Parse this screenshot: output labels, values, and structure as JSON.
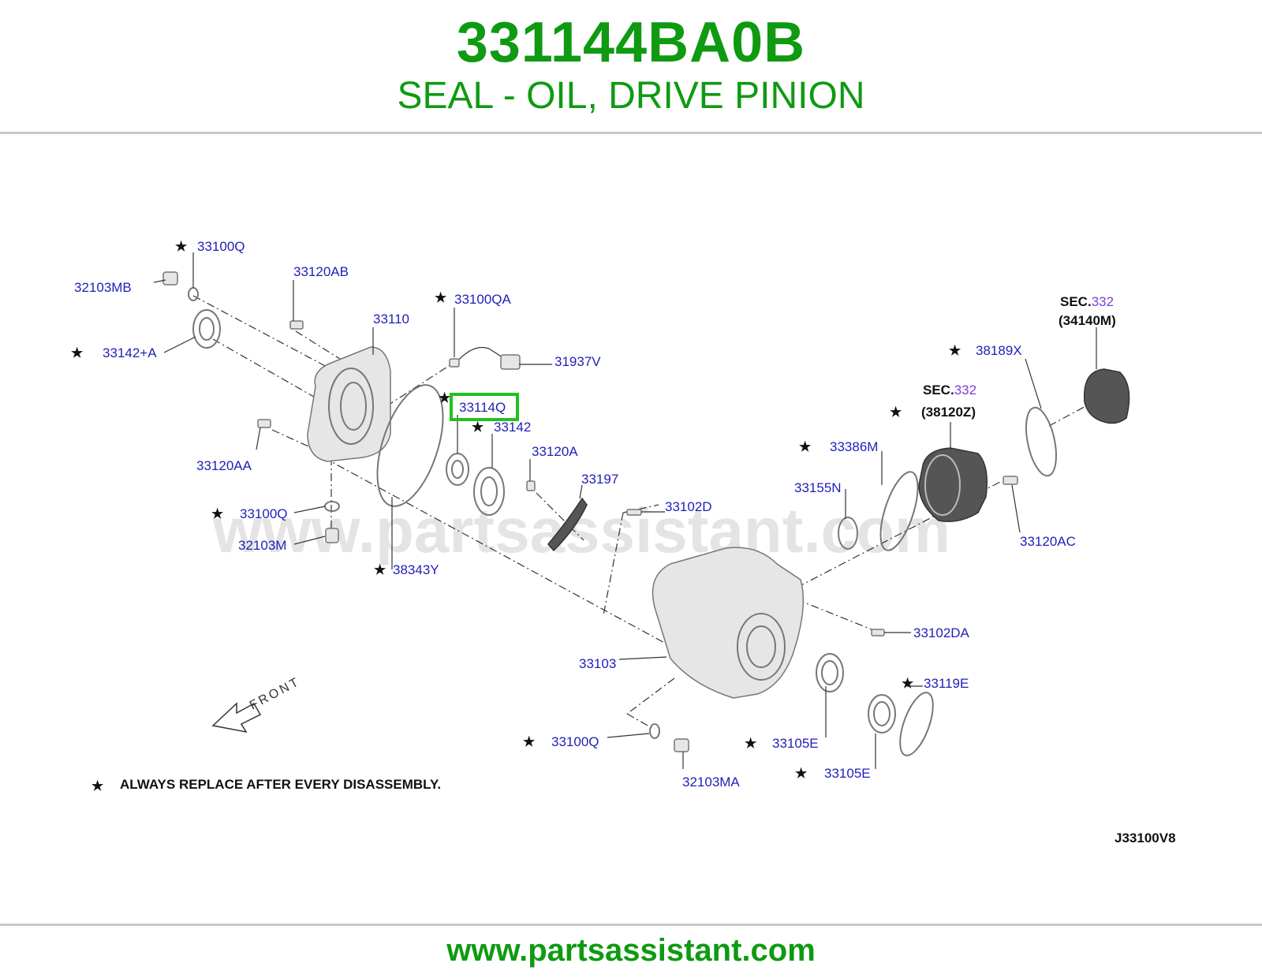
{
  "header": {
    "part_number": "331144BA0B",
    "description": "SEAL - OIL, DRIVE PINION"
  },
  "diagram": {
    "watermark": "www.partsassistant.com",
    "front_label": "FRONT",
    "note": "ALWAYS REPLACE AFTER EVERY DISASSEMBLY.",
    "diagram_code": "J33100V8",
    "star_symbol": "★",
    "callouts": {
      "c33100q_1": "33100Q",
      "c32103mb": "32103MB",
      "c33120ab": "33120AB",
      "c33100qa": "33100QA",
      "c33110": "33110",
      "c33142a": "33142+A",
      "c31937v": "31937V",
      "c33114q": "33114Q",
      "c33142": "33142",
      "c33120aa": "33120AA",
      "c33120a": "33120A",
      "c33197": "33197",
      "c33100q_2": "33100Q",
      "c32103m": "32103M",
      "c38343y": "38343Y",
      "c33102d": "33102D",
      "c33103": "33103",
      "c33100q_3": "33100Q",
      "c32103ma": "32103MA",
      "c33105e_1": "33105E",
      "c33105e_2": "33105E",
      "c33119e": "33119E",
      "c33102da": "33102DA",
      "c33120ac": "33120AC",
      "c33155n": "33155N",
      "c33386m": "33386M",
      "c38189x": "38189X"
    },
    "sec_refs": {
      "sec_a_prefix": "SEC.",
      "sec_a_num": "332",
      "sec_a_code": "(38120Z)",
      "sec_b_prefix": "SEC.",
      "sec_b_num": "332",
      "sec_b_code": "(34140M)"
    },
    "highlight_color": "#1fc21f"
  },
  "footer": {
    "url": "www.partsassistant.com"
  }
}
